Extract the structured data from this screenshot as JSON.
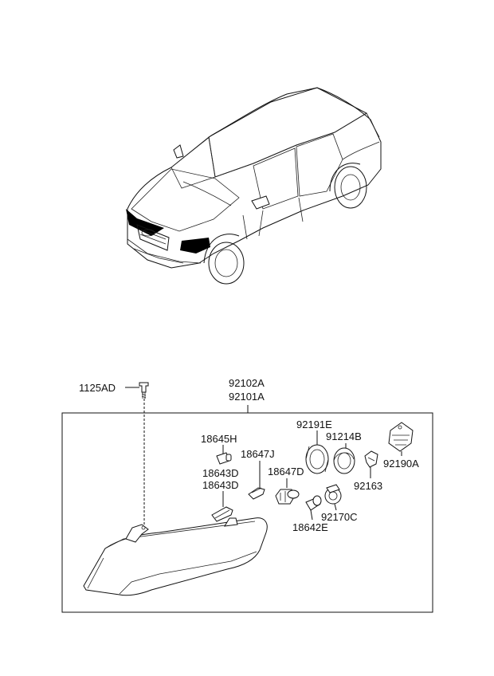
{
  "labels": {
    "bolt": "1125AD",
    "assy_top": "92102A",
    "assy_bottom": "92101A",
    "socket_h": "18645H",
    "socket_j": "18647J",
    "bulb_d1": "18643D",
    "bulb_d2": "18643D",
    "bulb_7d": "18647D",
    "bulb_e": "18642E",
    "cap_e": "92191E",
    "cap_b": "91214B",
    "clip": "92163",
    "module": "92190A",
    "socket_c": "92170C"
  }
}
